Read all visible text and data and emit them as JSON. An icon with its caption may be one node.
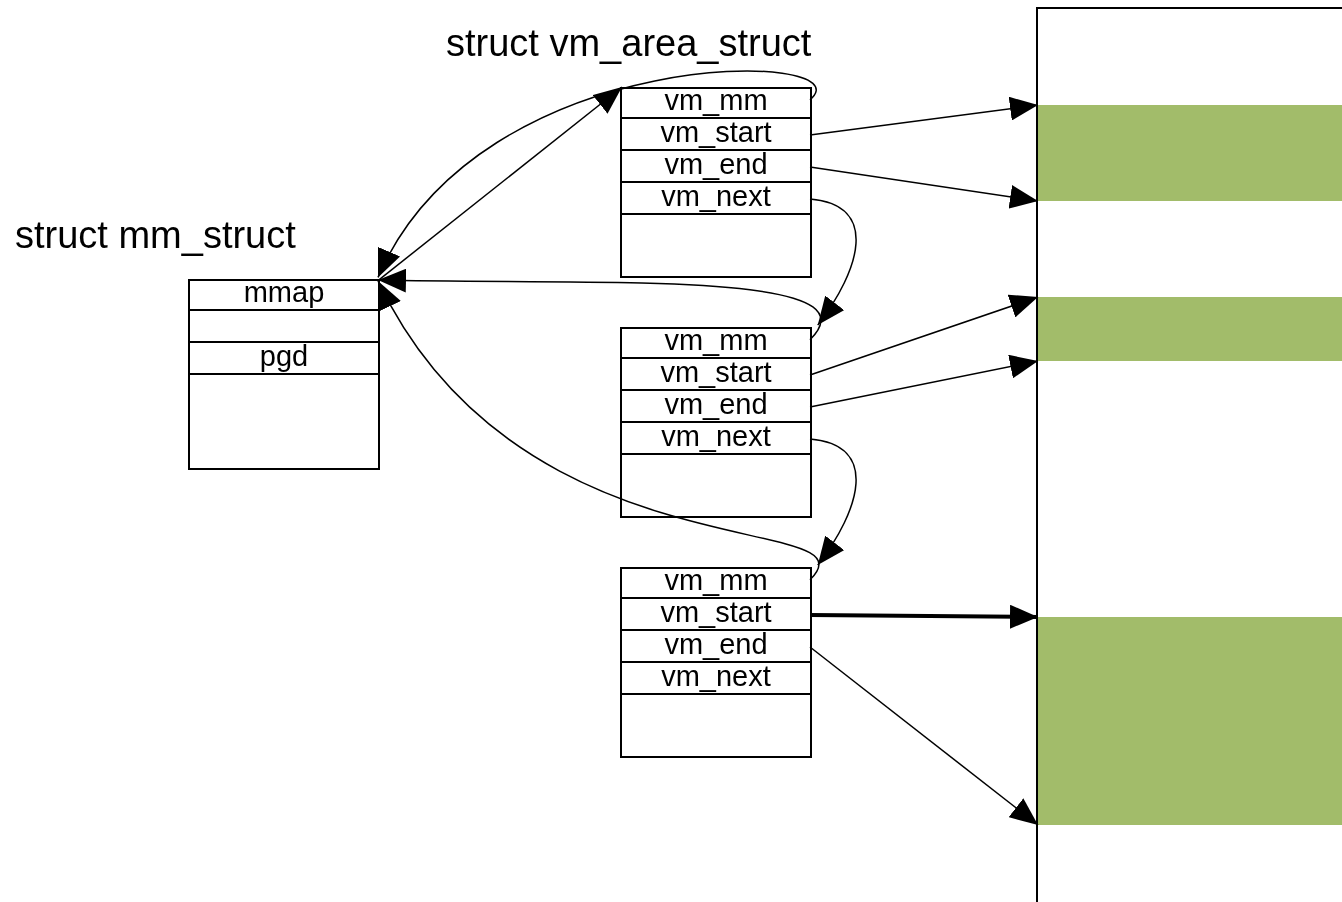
{
  "diagram": {
    "nodes": [
      {
        "text": [
          "struct mm_struct"
        ]
      },
      {
        "text": [
          "mmap"
        ],
        "in": 0
      },
      {
        "text": [
          "pgd"
        ],
        "in": 0
      },
      {
        "text": [
          "struct vm_area_struct"
        ]
      },
      {
        "text": [
          "vm_mm"
        ],
        "in": 3
      },
      {
        "text": [
          "vm_start"
        ],
        "in": 3
      },
      {
        "text": [
          "vm_end"
        ],
        "in": 3
      },
      {
        "text": [
          "vm_next"
        ],
        "in": 3
      },
      {
        "text": [],
        "shape": "box"
      },
      {
        "text": [
          "vm_mm"
        ],
        "in": 8
      },
      {
        "text": [
          "vm_start"
        ],
        "in": 8
      },
      {
        "text": [
          "vm_end"
        ],
        "in": 8
      },
      {
        "text": [
          "vm_next"
        ],
        "in": 8
      },
      {
        "text": [],
        "shape": "box"
      },
      {
        "text": [
          "vm_mm"
        ],
        "in": 13
      },
      {
        "text": [
          "vm_start"
        ],
        "in": 13
      },
      {
        "text": [
          "vm_end"
        ],
        "in": 13
      },
      {
        "text": [
          "vm_next"
        ],
        "in": 13
      },
      {
        "text": [],
        "shape": "bar"
      },
      {
        "text": [],
        "shape": "box",
        "in": 18
      },
      {
        "text": [],
        "shape": "box",
        "in": 18
      },
      {
        "text": [],
        "shape": "box",
        "in": 18
      }
    ],
    "edges": [
      {
        "from": 1,
        "to": 4,
        "arrow": "to"
      },
      {
        "from": 4,
        "to": 1,
        "arrow": "to"
      },
      {
        "from": 9,
        "to": 1,
        "arrow": "to"
      },
      {
        "from": 14,
        "to": 1,
        "arrow": "to"
      },
      {
        "from": 7,
        "to": 8,
        "arrow": "to"
      },
      {
        "from": 12,
        "to": 13,
        "arrow": "to"
      },
      {
        "from": 5,
        "to": 19,
        "arrow": "to"
      },
      {
        "from": 6,
        "to": 19,
        "arrow": "to"
      },
      {
        "from": 10,
        "to": 20,
        "arrow": "to"
      },
      {
        "from": 11,
        "to": 20,
        "arrow": "to"
      },
      {
        "from": 15,
        "to": 21,
        "arrow": "to",
        "style": "thick"
      },
      {
        "from": 16,
        "to": 21,
        "arrow": "to"
      }
    ]
  }
}
